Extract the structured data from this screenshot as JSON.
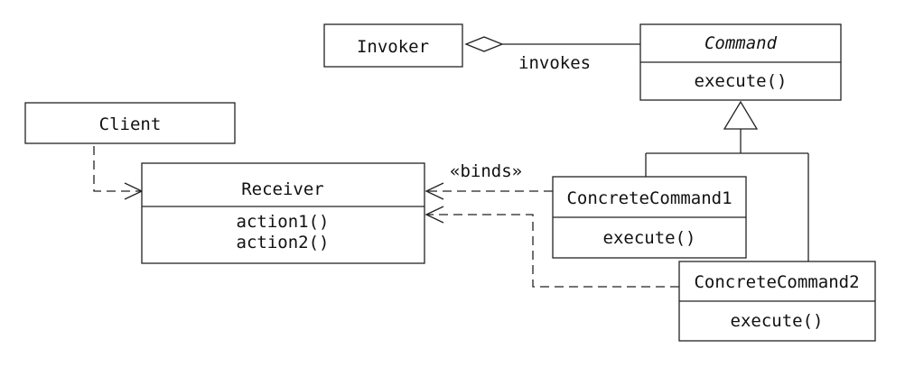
{
  "classes": {
    "invoker": {
      "name": "Invoker"
    },
    "command": {
      "name": "Command",
      "method": "execute()"
    },
    "client": {
      "name": "Client"
    },
    "receiver": {
      "name": "Receiver",
      "method1": "action1()",
      "method2": "action2()"
    },
    "concrete1": {
      "name": "ConcreteCommand1",
      "method": "execute()"
    },
    "concrete2": {
      "name": "ConcreteCommand2",
      "method": "execute()"
    }
  },
  "relations": {
    "invokes_label": "invokes",
    "binds_label": "«binds»"
  }
}
